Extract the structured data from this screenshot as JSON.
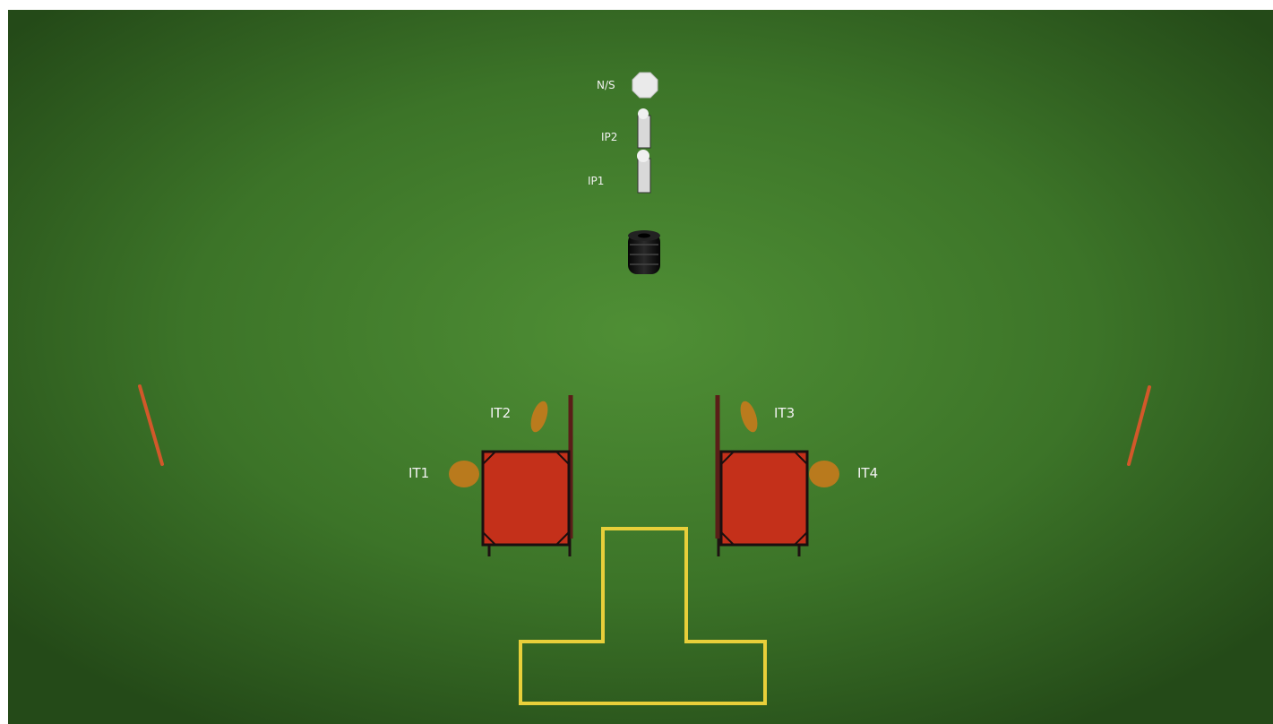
{
  "labels": {
    "ns": "N/S",
    "ip2": "IP2",
    "ip1": "IP1",
    "it1": "IT1",
    "it2": "IT2",
    "it3": "IT3",
    "it4": "IT4"
  },
  "colors": {
    "field_center": "#4a8a32",
    "field_edge": "#25481a",
    "target_red": "#c4301a",
    "target_frame": "#1e1212",
    "cone_orange": "#c77a1c",
    "marker_line": "#e8cf3a",
    "boundary_pole": "#d2582a",
    "stake_white": "#e6e6e6",
    "tire_black": "#141414"
  }
}
